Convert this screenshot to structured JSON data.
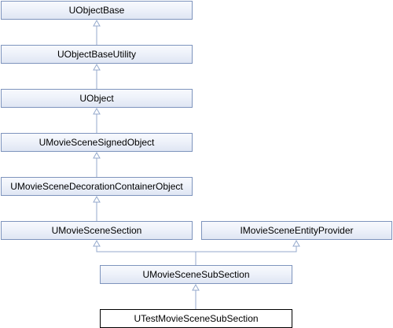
{
  "diagram": {
    "nodes": {
      "uobjectbase": "UObjectBase",
      "uobjectbaseutility": "UObjectBaseUtility",
      "uobject": "UObject",
      "signed": "UMovieSceneSignedObject",
      "decoration": "UMovieSceneDecorationContainerObject",
      "section": "UMovieSceneSection",
      "entity": "IMovieSceneEntityProvider",
      "subsection": "UMovieSceneSubSection",
      "test": "UTestMovieSceneSubSection"
    },
    "edges": [
      {
        "from": "uobjectbaseutility",
        "to": "uobjectbase"
      },
      {
        "from": "uobject",
        "to": "uobjectbaseutility"
      },
      {
        "from": "signed",
        "to": "uobject"
      },
      {
        "from": "decoration",
        "to": "signed"
      },
      {
        "from": "section",
        "to": "decoration"
      },
      {
        "from": "subsection",
        "to": "section"
      },
      {
        "from": "subsection",
        "to": "entity"
      },
      {
        "from": "test",
        "to": "subsection"
      }
    ],
    "colors": {
      "edge": "#94a9cc",
      "node_border": "#7e94bd",
      "current_border": "#000000"
    }
  }
}
